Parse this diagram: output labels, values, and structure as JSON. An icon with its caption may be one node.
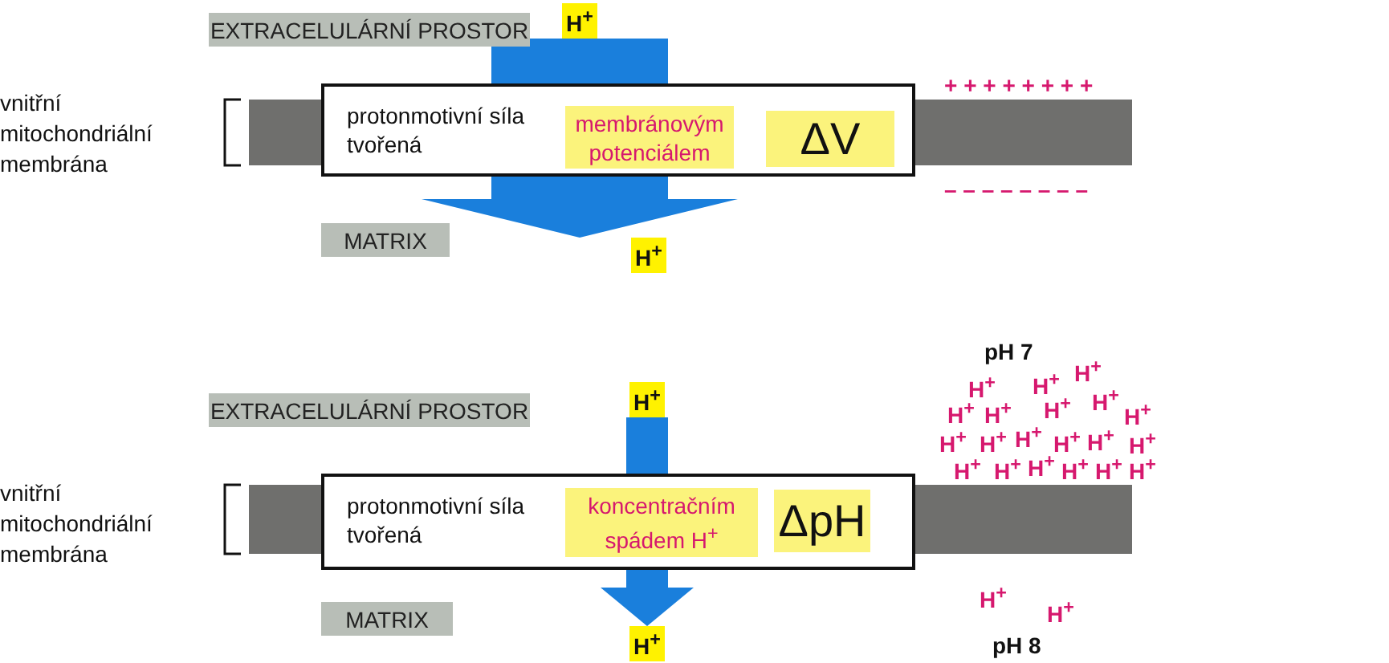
{
  "diagram": {
    "nodes": [
      {
        "text": [
          "EXTRACELULÁRNÍ PROSTOR"
        ]
      },
      {
        "text": [
          "H$^{+}$"
        ]
      },
      {
        "text": [
          "protonmotivní síla tvořená"
        ]
      },
      {
        "text": [
          "membránovým potenciálem"
        ],
        "in": 2
      },
      {
        "text": [
          "ΔV"
        ],
        "in": 2
      },
      {
        "text": [
          "MATRIX"
        ]
      },
      {
        "text": [
          "H$^{+}$"
        ]
      },
      {
        "text": [
          "EXTRACELULÁRNÍ PROSTOR"
        ]
      },
      {
        "text": [
          "H$^{+}$"
        ]
      },
      {
        "text": [
          "protonmotivní síla tvořená"
        ]
      },
      {
        "text": [
          "koncentračním spádem H$^{+}$"
        ],
        "in": 9
      },
      {
        "text": [
          "ΔpH"
        ],
        "in": 9
      },
      {
        "text": [
          "MATRIX"
        ]
      },
      {
        "text": [
          "H$^{+}$"
        ]
      }
    ],
    "edges": [
      {
        "from": 1,
        "to": 6,
        "arrow": "to",
        "style": "thick"
      },
      {
        "from": 8,
        "to": 13,
        "arrow": "to",
        "style": "thick"
      }
    ],
    "labels": [
      "vnitřní mitochondriální membrána",
      "+ + + + + + + +",
      "– – – – – – – –",
      "pH 7",
      "H$^{+}$",
      "H$^{+}$",
      "H$^{+}$",
      "H$^{+}$",
      "H$^{+}$",
      "H$^{+}$",
      "H$^{+}$",
      "H$^{+}$",
      "H$^{+}$",
      "H$^{+}$",
      "H$^{+}$",
      "H$^{+}$",
      "H$^{+}$",
      "H$^{+}$",
      "H$^{+}$",
      "H$^{+}$",
      "H$^{+}$",
      "H$^{+}$",
      "H$^{+}$",
      "H$^{+}$",
      "vnitřní mitochondriální membrána",
      "H$^{+}$",
      "H$^{+}$",
      "pH 8"
    ]
  }
}
